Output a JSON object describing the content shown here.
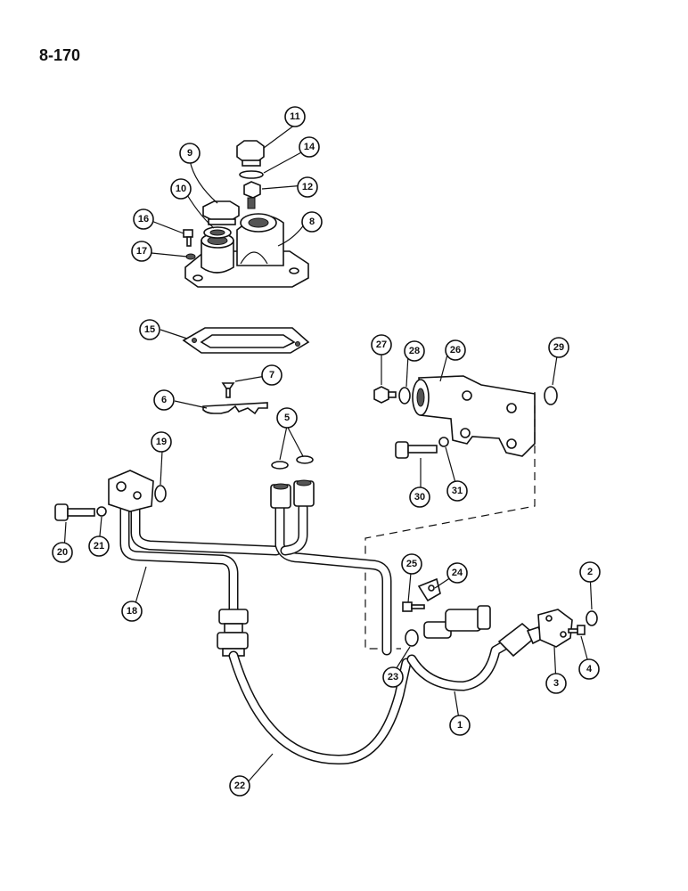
{
  "page_number": "8-170",
  "callouts": [
    {
      "id": "c11",
      "label": "11"
    },
    {
      "id": "c14",
      "label": "14"
    },
    {
      "id": "c9",
      "label": "9"
    },
    {
      "id": "c12",
      "label": "12"
    },
    {
      "id": "c10",
      "label": "10"
    },
    {
      "id": "c16",
      "label": "16"
    },
    {
      "id": "c8",
      "label": "8"
    },
    {
      "id": "c17",
      "label": "17"
    },
    {
      "id": "c15",
      "label": "15"
    },
    {
      "id": "c7",
      "label": "7"
    },
    {
      "id": "c6",
      "label": "6"
    },
    {
      "id": "c5",
      "label": "5"
    },
    {
      "id": "c27",
      "label": "27"
    },
    {
      "id": "c28",
      "label": "28"
    },
    {
      "id": "c26",
      "label": "26"
    },
    {
      "id": "c29",
      "label": "29"
    },
    {
      "id": "c19",
      "label": "19"
    },
    {
      "id": "c30",
      "label": "30"
    },
    {
      "id": "c31",
      "label": "31"
    },
    {
      "id": "c20",
      "label": "20"
    },
    {
      "id": "c21",
      "label": "21"
    },
    {
      "id": "c18",
      "label": "18"
    },
    {
      "id": "c25",
      "label": "25"
    },
    {
      "id": "c24",
      "label": "24"
    },
    {
      "id": "c2",
      "label": "2"
    },
    {
      "id": "c23",
      "label": "23"
    },
    {
      "id": "c3",
      "label": "3"
    },
    {
      "id": "c4",
      "label": "4"
    },
    {
      "id": "c1",
      "label": "1"
    },
    {
      "id": "c22",
      "label": "22"
    }
  ]
}
